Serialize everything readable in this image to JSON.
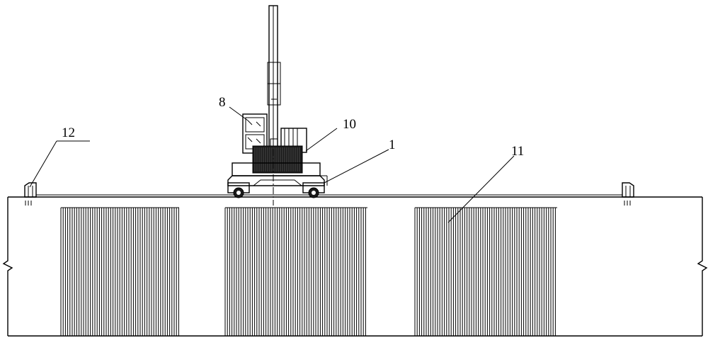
{
  "labels": {
    "l1": "1",
    "l8": "8",
    "l10": "10",
    "l11": "11",
    "l12": "12"
  },
  "colors": {
    "line": "#000000",
    "background": "#ffffff"
  }
}
